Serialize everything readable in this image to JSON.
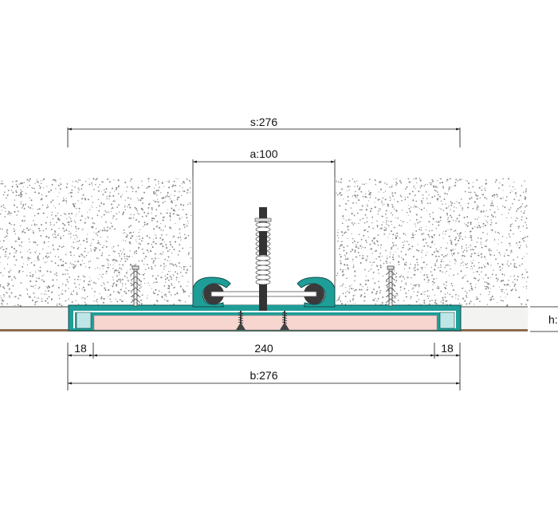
{
  "dimensions": {
    "s": "s:276",
    "a": "a:100",
    "left_edge": "18",
    "middle": "240",
    "right_edge": "18",
    "b": "b:276",
    "h": "h:"
  },
  "colors": {
    "profile": "#1f9e98",
    "insert": "#f7d6cf",
    "concrete_dots": "#8a8a8a",
    "floor_line": "#8b6b4f",
    "rubber": "#3a3a3a"
  }
}
